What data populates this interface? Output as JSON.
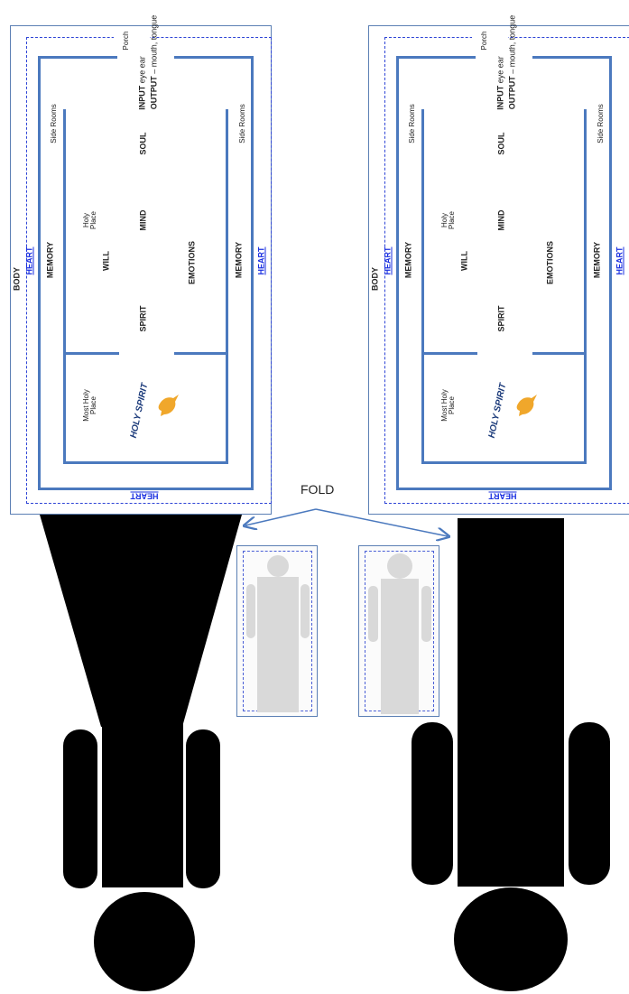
{
  "fold_label": "FOLD",
  "temple": {
    "body": "BODY",
    "heart": "HEART",
    "memory": "MEMORY",
    "side_rooms": "Side Rooms",
    "porch": "Porch",
    "input_bold": "INPUT",
    "input_rest": " eye ear",
    "output_bold": "OUTPUT",
    "output_rest": " – mouth, tongue",
    "soul": "SOUL",
    "mind": "MIND",
    "will": "WILL",
    "emotions": "EMOTIONS",
    "spirit": "SPIRIT",
    "holy_place": "Holy Place",
    "most_holy_place": "Most Holy Place",
    "holy_spirit": "HOLY SPIRIT"
  },
  "colors": {
    "wall_line": "#4b79be",
    "dashed_border": "#2f45d6",
    "heart_text": "#1a2fe0",
    "dove": "#f0a72b",
    "silhouette": "#000000"
  },
  "icons": [
    "dove-icon",
    "body-silhouette-icon"
  ]
}
